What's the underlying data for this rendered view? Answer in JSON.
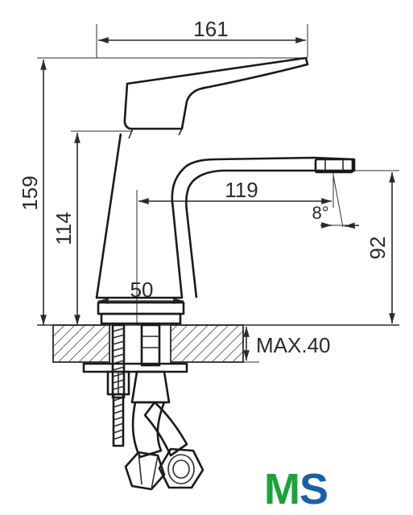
{
  "dimensions": {
    "overall_width": "161",
    "overall_height": "159",
    "body_height": "114",
    "spout_reach": "119",
    "spout_angle": "8°",
    "spout_height": "92",
    "base_diameter": "50",
    "deck_thickness": "MAX.40"
  },
  "logo": {
    "text_m": "M",
    "text_s": "S",
    "color_m": "#1aa33a",
    "color_s": "#1a5fa8"
  },
  "colors": {
    "line": "#2b2b2b",
    "background": "#ffffff"
  }
}
